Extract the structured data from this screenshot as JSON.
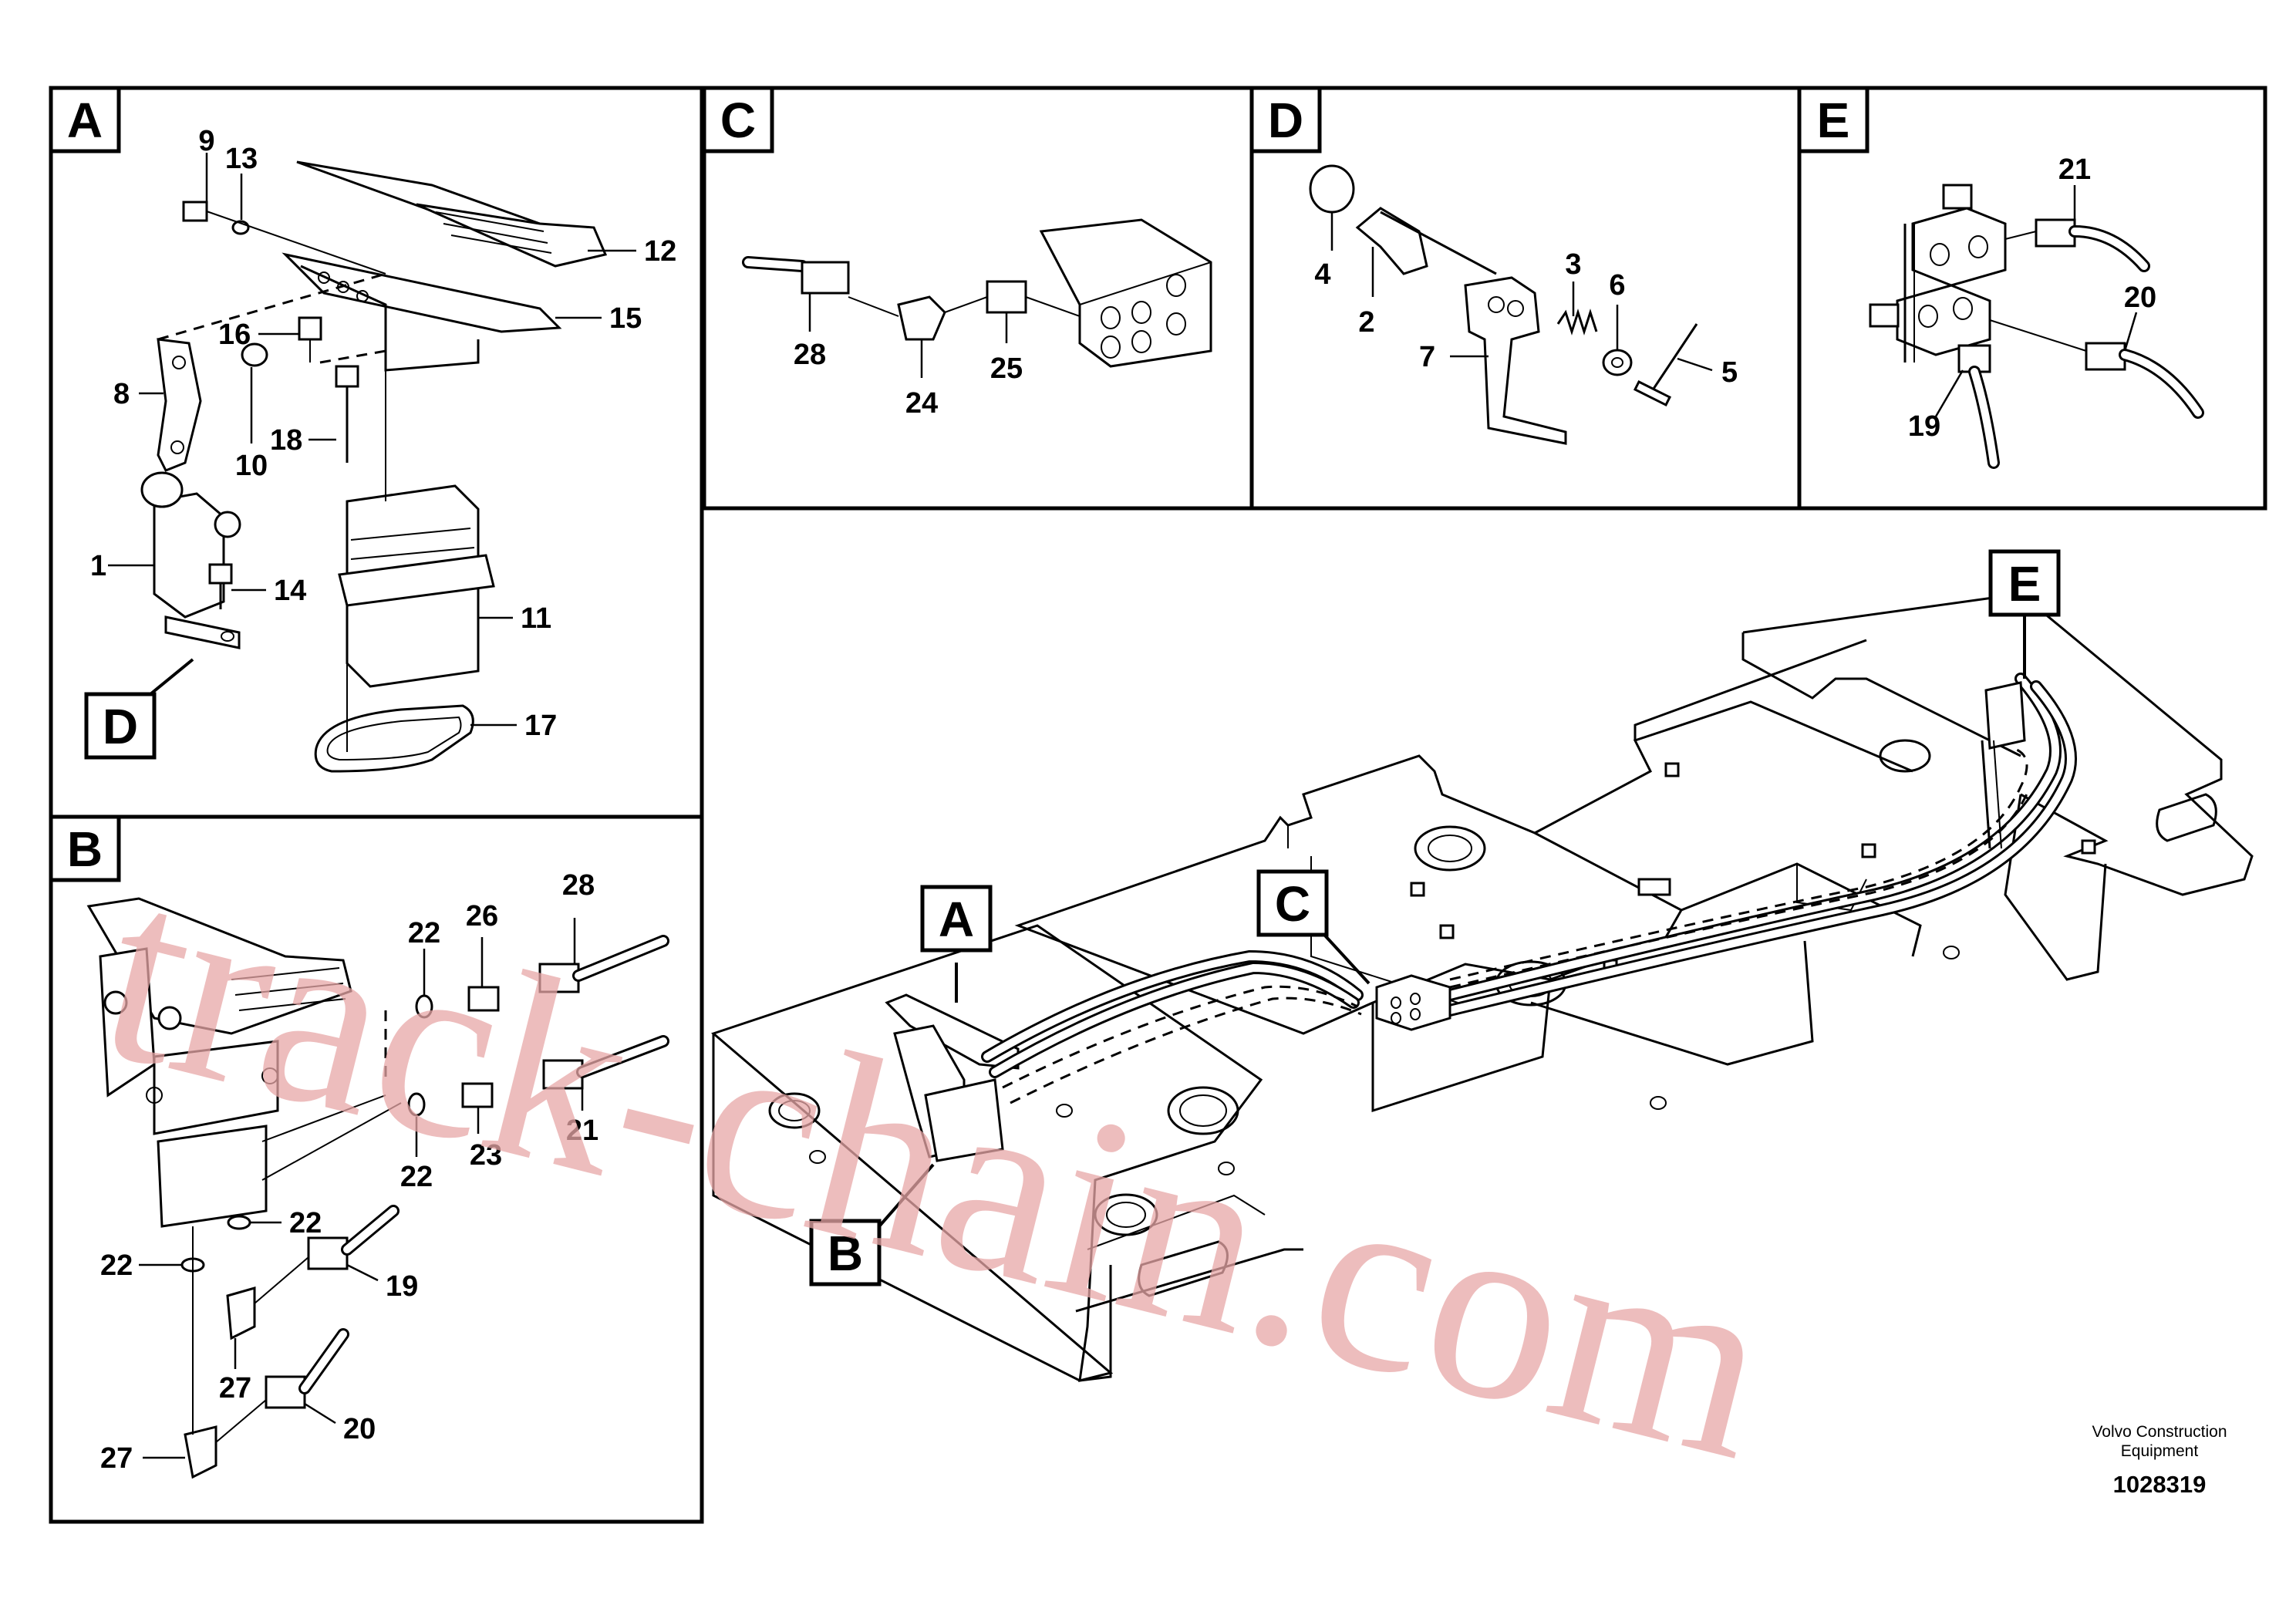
{
  "panels": {
    "A": "A",
    "B": "B",
    "C": "C",
    "D": "D",
    "E": "E"
  },
  "callouts": {
    "A": "A",
    "B": "B",
    "C": "C",
    "D_ref": "D",
    "E": "E"
  },
  "panelA_labels": [
    "9",
    "13",
    "12",
    "15",
    "16",
    "8",
    "10",
    "18",
    "1",
    "14",
    "11",
    "17"
  ],
  "panelB_labels": [
    "28",
    "22",
    "26",
    "22",
    "23",
    "21",
    "22",
    "22",
    "19",
    "27",
    "27",
    "20"
  ],
  "panelC_labels": [
    "28",
    "24",
    "25"
  ],
  "panelD_labels": [
    "4",
    "2",
    "3",
    "6",
    "7",
    "5"
  ],
  "panelE_labels": [
    "21",
    "20",
    "19"
  ],
  "footer": {
    "company_line1": "Volvo Construction",
    "company_line2": "Equipment",
    "drawing_number": "1028319"
  },
  "watermark": "track-chain.com",
  "colors": {
    "line": "#000000",
    "background": "#ffffff",
    "watermark": "#e8a7a7"
  }
}
